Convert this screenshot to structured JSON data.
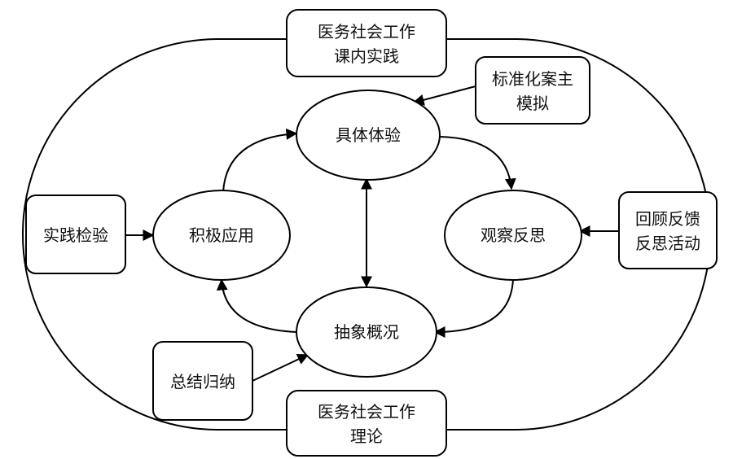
{
  "nodes": {
    "top_box": {
      "line1": "医务社会工作",
      "line2": "课内实践"
    },
    "bottom_box": {
      "line1": "医务社会工作",
      "line2": "理论"
    },
    "concrete_experience": {
      "label": "具体体验"
    },
    "reflective_observation": {
      "label": "观察反思"
    },
    "abstract_conceptualization": {
      "label": "抽象概况"
    },
    "active_experimentation": {
      "label": "积极应用"
    },
    "standardized_patient": {
      "line1": "标准化案主",
      "line2": "模拟"
    },
    "review_feedback": {
      "line1": "回顾反馈",
      "line2": "反思活动"
    },
    "practice_test": {
      "label": "实践检验"
    },
    "summary": {
      "label": "总结归纳"
    }
  },
  "colors": {
    "stroke": "#000000",
    "fill": "#ffffff",
    "text": "#111111"
  }
}
